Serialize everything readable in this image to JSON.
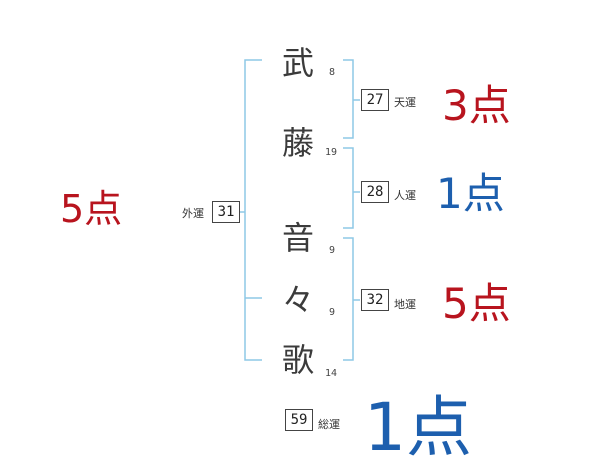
{
  "name": {
    "chars": [
      {
        "char": "武",
        "strokes": "8"
      },
      {
        "char": "藤",
        "strokes": "19"
      },
      {
        "char": "音",
        "strokes": "9"
      },
      {
        "char": "々",
        "strokes": "9"
      },
      {
        "char": "歌",
        "strokes": "14"
      }
    ]
  },
  "fortunes": {
    "gaiun": {
      "label": "外運",
      "value": "31",
      "score": "5点",
      "color": "#b8141e"
    },
    "tenun": {
      "label": "天運",
      "value": "27",
      "score": "3点",
      "color": "#b8141e"
    },
    "jinun": {
      "label": "人運",
      "value": "28",
      "score": "1点",
      "color": "#1d5fae"
    },
    "chiun": {
      "label": "地運",
      "value": "32",
      "score": "5点",
      "color": "#b8141e"
    },
    "souun": {
      "label": "総運",
      "value": "59",
      "score": "1点",
      "color": "#1d5fae"
    }
  },
  "colors": {
    "bracket": "#8ec8e6",
    "red": "#b8141e",
    "blue": "#1d5fae"
  }
}
